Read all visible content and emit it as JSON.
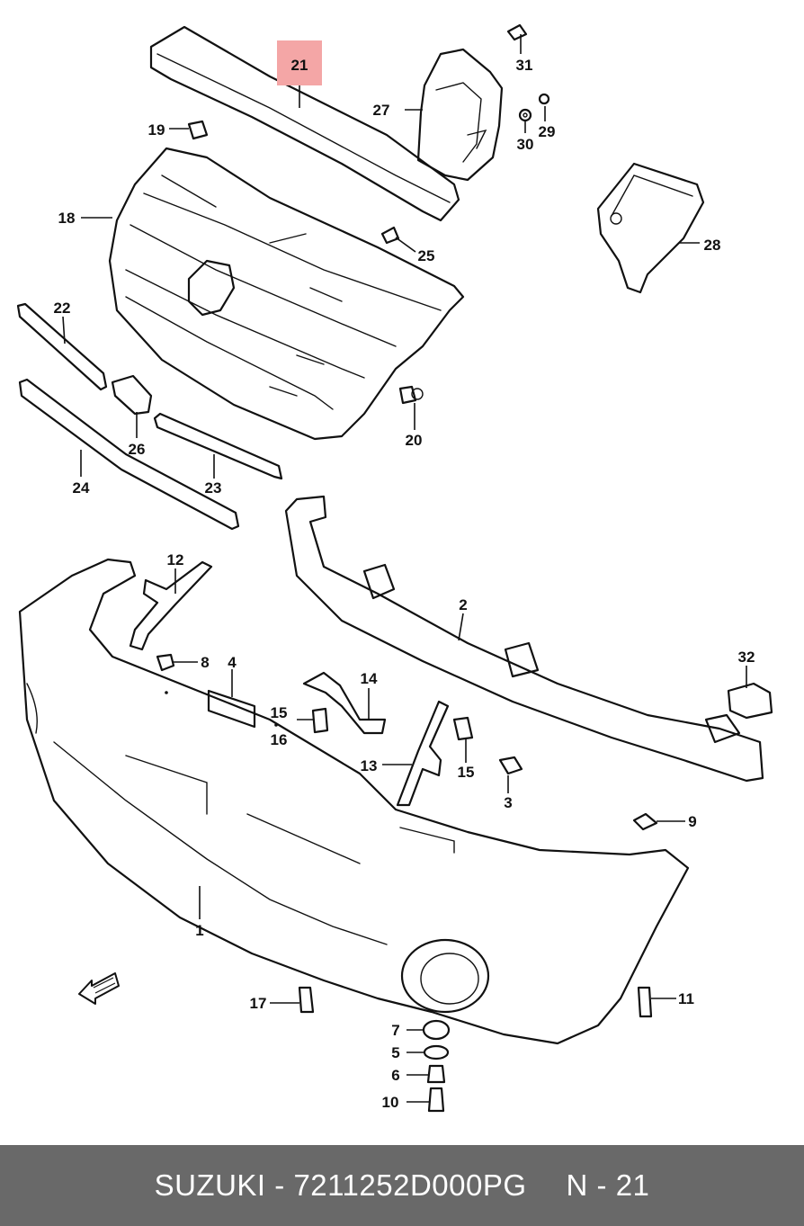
{
  "highlight_color": "#f4a6a6",
  "footer": {
    "brand": "SUZUKI",
    "separator": "-",
    "part_number": "7211252D000PG",
    "ref_label": "N - 21",
    "background": "#696969"
  },
  "callouts": [
    {
      "id": "21",
      "label": "21",
      "highlighted": true
    },
    {
      "id": "31",
      "label": "31"
    },
    {
      "id": "27",
      "label": "27"
    },
    {
      "id": "29",
      "label": "29"
    },
    {
      "id": "30",
      "label": "30"
    },
    {
      "id": "19",
      "label": "19"
    },
    {
      "id": "18",
      "label": "18"
    },
    {
      "id": "25",
      "label": "25"
    },
    {
      "id": "28",
      "label": "28"
    },
    {
      "id": "22",
      "label": "22"
    },
    {
      "id": "20",
      "label": "20"
    },
    {
      "id": "26",
      "label": "26"
    },
    {
      "id": "24",
      "label": "24"
    },
    {
      "id": "23",
      "label": "23"
    },
    {
      "id": "12",
      "label": "12"
    },
    {
      "id": "2",
      "label": "2"
    },
    {
      "id": "8",
      "label": "8"
    },
    {
      "id": "4",
      "label": "4"
    },
    {
      "id": "14",
      "label": "14"
    },
    {
      "id": "32",
      "label": "32"
    },
    {
      "id": "15a",
      "label": "15"
    },
    {
      "id": "16",
      "label": "16"
    },
    {
      "id": "15b",
      "label": "15"
    },
    {
      "id": "13",
      "label": "13"
    },
    {
      "id": "3",
      "label": "3"
    },
    {
      "id": "9",
      "label": "9"
    },
    {
      "id": "1",
      "label": "1"
    },
    {
      "id": "17",
      "label": "17"
    },
    {
      "id": "11",
      "label": "11"
    },
    {
      "id": "7",
      "label": "7"
    },
    {
      "id": "5",
      "label": "5"
    },
    {
      "id": "6",
      "label": "6"
    },
    {
      "id": "10",
      "label": "10"
    }
  ],
  "fwd_icon": "fwd-arrow-icon"
}
